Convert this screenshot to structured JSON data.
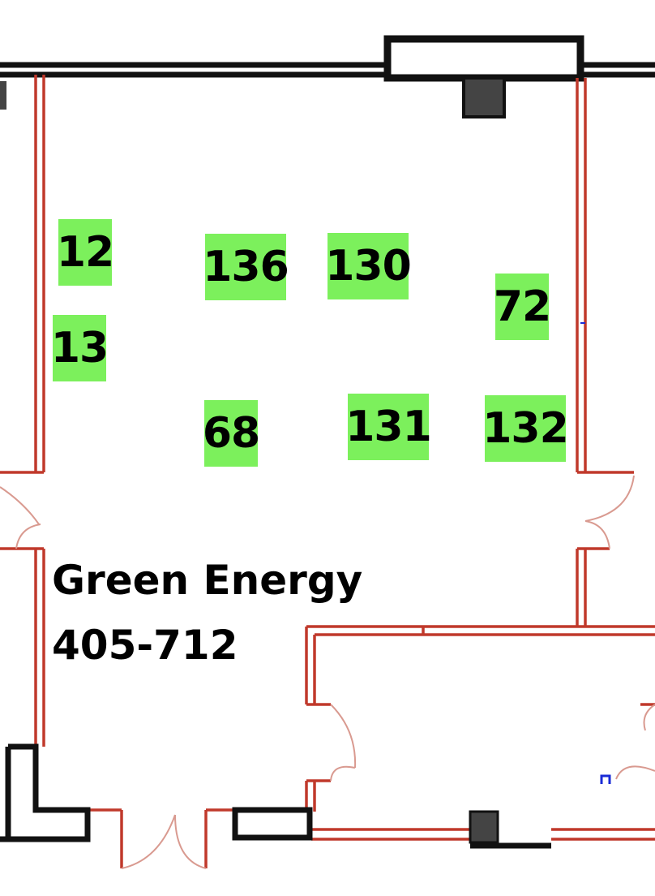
{
  "room": {
    "name": "Green Energy",
    "number": "405-712"
  },
  "booths": [
    {
      "id": "12"
    },
    {
      "id": "13"
    },
    {
      "id": "136"
    },
    {
      "id": "130"
    },
    {
      "id": "72"
    },
    {
      "id": "68"
    },
    {
      "id": "131"
    },
    {
      "id": "132"
    }
  ],
  "colors": {
    "booth_fill": "#7cf05c",
    "interior_wall": "#c0392b",
    "exterior_wall": "#111111",
    "door_arc": "#d99a90",
    "marker": "#1a2bd6"
  }
}
